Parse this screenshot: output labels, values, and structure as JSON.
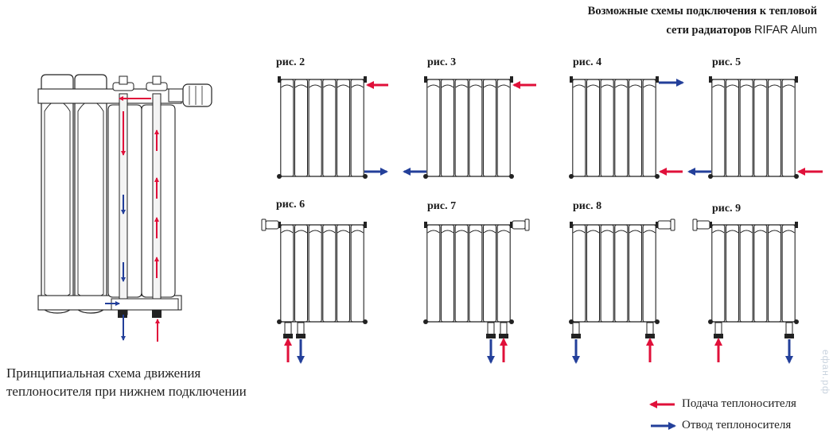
{
  "title_line1": "Возможные схемы подключения к тепловой",
  "title_line2_bold": "сети радиаторов",
  "title_line2_brand": "RIFAR Alum",
  "figures": [
    "рис. 2",
    "рис. 3",
    "рис. 4",
    "рис. 5",
    "рис. 6",
    "рис. 7",
    "рис. 8",
    "рис. 9"
  ],
  "caption_line1": "Принципиальная схема движения",
  "caption_line2": "теплоносителя при нижнем подключении",
  "legend": {
    "supply": "Подача теплоносителя",
    "return": "Отвод теплоносителя"
  },
  "watermark": "ефан.рф",
  "colors": {
    "supply": "#e0103a",
    "return": "#233f9a",
    "outline": "#222222"
  }
}
